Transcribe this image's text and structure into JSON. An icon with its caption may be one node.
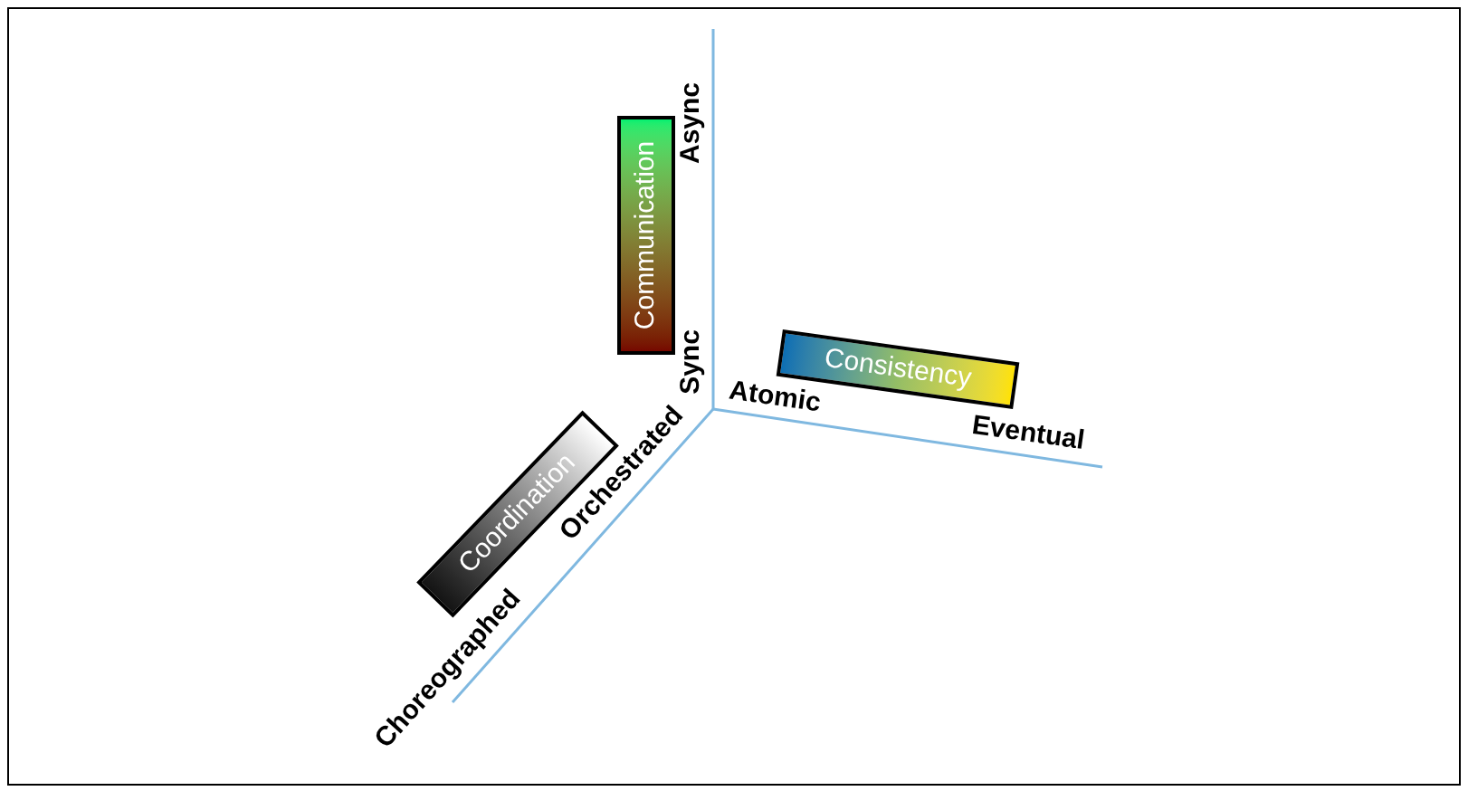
{
  "diagram": {
    "nodes": [
      {
        "text": [
          "Communication"
        ]
      },
      {
        "text": [
          "Consistency"
        ]
      },
      {
        "text": [
          "Coordination"
        ]
      }
    ],
    "labels": [
      "Async",
      "Sync",
      "Atomic",
      "Eventual",
      "Orchestrated",
      "Choreographed"
    ]
  }
}
